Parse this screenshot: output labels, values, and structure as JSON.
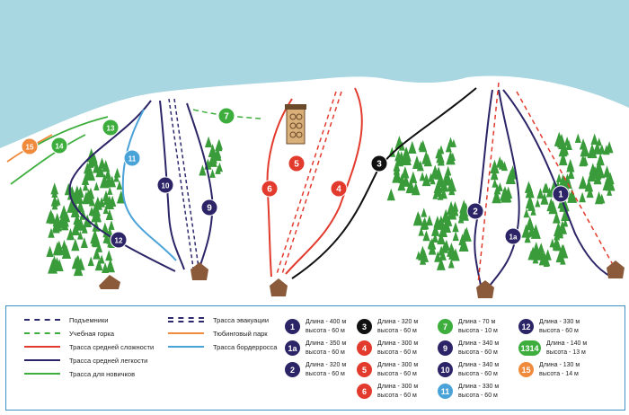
{
  "colors": {
    "sky": "#a8d6e1",
    "snow": "#ffffff",
    "lift": "#2e2a6e",
    "training_slope": "#3dae3d",
    "intermediate": "#e23b2e",
    "easy_intermediate": "#2b2466",
    "beginner": "#3dae3d",
    "evacuation": "#2e2a6e",
    "tubing": "#f08a3c",
    "boardercross": "#4aa3d8",
    "difficult": "#111111",
    "trees": "#3a9b3a",
    "lodge": "#8a5a3b"
  },
  "map": {
    "markers": [
      {
        "id": "1",
        "label": "1",
        "color": "#2b2466"
      },
      {
        "id": "2",
        "label": "2",
        "color": "#2b2466"
      },
      {
        "id": "1a",
        "label": "1a",
        "color": "#2b2466"
      },
      {
        "id": "3",
        "label": "3",
        "color": "#111111"
      },
      {
        "id": "4",
        "label": "4",
        "color": "#e23b2e"
      },
      {
        "id": "5",
        "label": "5",
        "color": "#e23b2e"
      },
      {
        "id": "6",
        "label": "6",
        "color": "#e23b2e"
      },
      {
        "id": "7",
        "label": "7",
        "color": "#3dae3d"
      },
      {
        "id": "9",
        "label": "9",
        "color": "#2b2466"
      },
      {
        "id": "10",
        "label": "10",
        "color": "#2b2466"
      },
      {
        "id": "11",
        "label": "11",
        "color": "#4aa3d8"
      },
      {
        "id": "12",
        "label": "12",
        "color": "#2b2466"
      },
      {
        "id": "13",
        "label": "13",
        "color": "#3dae3d"
      },
      {
        "id": "14",
        "label": "14",
        "color": "#3dae3d"
      },
      {
        "id": "15",
        "label": "15",
        "color": "#f08a3c"
      }
    ]
  },
  "legend": {
    "types": [
      {
        "label": "Подъемники",
        "color": "#2e2a6e",
        "style": "dashed"
      },
      {
        "label": "Учебная горка",
        "color": "#3dae3d",
        "style": "dashed"
      },
      {
        "label": "Трасса средней сложности",
        "color": "#e23b2e",
        "style": "solid"
      },
      {
        "label": "Трасса средней легкости",
        "color": "#2b2466",
        "style": "solid"
      },
      {
        "label": "Трасса для новичков",
        "color": "#3dae3d",
        "style": "solid"
      },
      {
        "label": "Трасса эвакуации",
        "color": "#2e2a6e",
        "style": "double-dashed"
      },
      {
        "label": "Тюбинговый парк",
        "color": "#f08a3c",
        "style": "solid"
      },
      {
        "label": "Трасса бордерросса",
        "color": "#4aa3d8",
        "style": "solid"
      }
    ],
    "runs": [
      {
        "badge": "1",
        "color": "#2b2466",
        "length": "Длина - 400 м",
        "height": "высота - 60 м"
      },
      {
        "badge": "1a",
        "color": "#2b2466",
        "length": "Длина - 350 м",
        "height": "высота - 60 м"
      },
      {
        "badge": "2",
        "color": "#2b2466",
        "length": "Длина - 320 м",
        "height": "высота - 60 м"
      },
      {
        "badge": "3",
        "color": "#111111",
        "length": "Длина - 320 м",
        "height": "высота - 60 м"
      },
      {
        "badge": "4",
        "color": "#e23b2e",
        "length": "Длина - 300 м",
        "height": "высота - 60 м"
      },
      {
        "badge": "5",
        "color": "#e23b2e",
        "length": "Длина - 300 м",
        "height": "высота - 60 м"
      },
      {
        "badge": "6",
        "color": "#e23b2e",
        "length": "Длина - 300 м",
        "height": "высота - 60 м"
      },
      {
        "badge": "7",
        "color": "#3dae3d",
        "length": "Длина - 70 м",
        "height": "высота - 10 м"
      },
      {
        "badge": "9",
        "color": "#2b2466",
        "length": "Длина - 340 м",
        "height": "высота - 60 м"
      },
      {
        "badge": "10",
        "color": "#2b2466",
        "length": "Длина - 340 м",
        "height": "высота - 60 м"
      },
      {
        "badge": "11",
        "color": "#4aa3d8",
        "length": "Длина - 330 м",
        "height": "высота - 60 м"
      },
      {
        "badge": "12",
        "color": "#2b2466",
        "length": "Длина - 330 м",
        "height": "высота - 60 м"
      },
      {
        "badge": "1314",
        "color": "#3dae3d",
        "length": "Длина - 140 м",
        "height": "высота - 13 м"
      },
      {
        "badge": "15",
        "color": "#f08a3c",
        "length": "Длина - 130 м",
        "height": "высота - 14 м"
      }
    ]
  }
}
